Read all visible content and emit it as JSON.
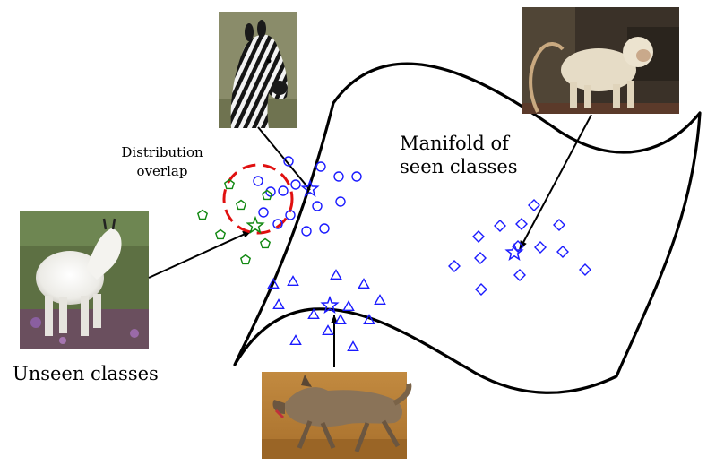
{
  "labels": {
    "distribution_line1": "Distribution",
    "distribution_line2": "overlap",
    "manifold_line1": "Manifold of",
    "manifold_line2": "seen classes",
    "unseen": "Unseen classes"
  },
  "photos": [
    {
      "id": "zebra",
      "subject": "zebra"
    },
    {
      "id": "monkey",
      "subject": "monkey"
    },
    {
      "id": "goat",
      "subject": "mountain goat"
    },
    {
      "id": "wolf",
      "subject": "wolf"
    }
  ],
  "colors": {
    "seen_markers": "#1a1aff",
    "unseen_markers": "#118811",
    "overlap_circle": "#e01010",
    "manifold_outline": "#000000"
  },
  "clusters": {
    "circles": {
      "count": 15,
      "class": "zebra"
    },
    "diamonds": {
      "count": 13,
      "class": "monkey"
    },
    "triangles": {
      "count": 13,
      "class": "wolf"
    },
    "pentagons": {
      "count": 7,
      "class": "mountain goat"
    }
  }
}
